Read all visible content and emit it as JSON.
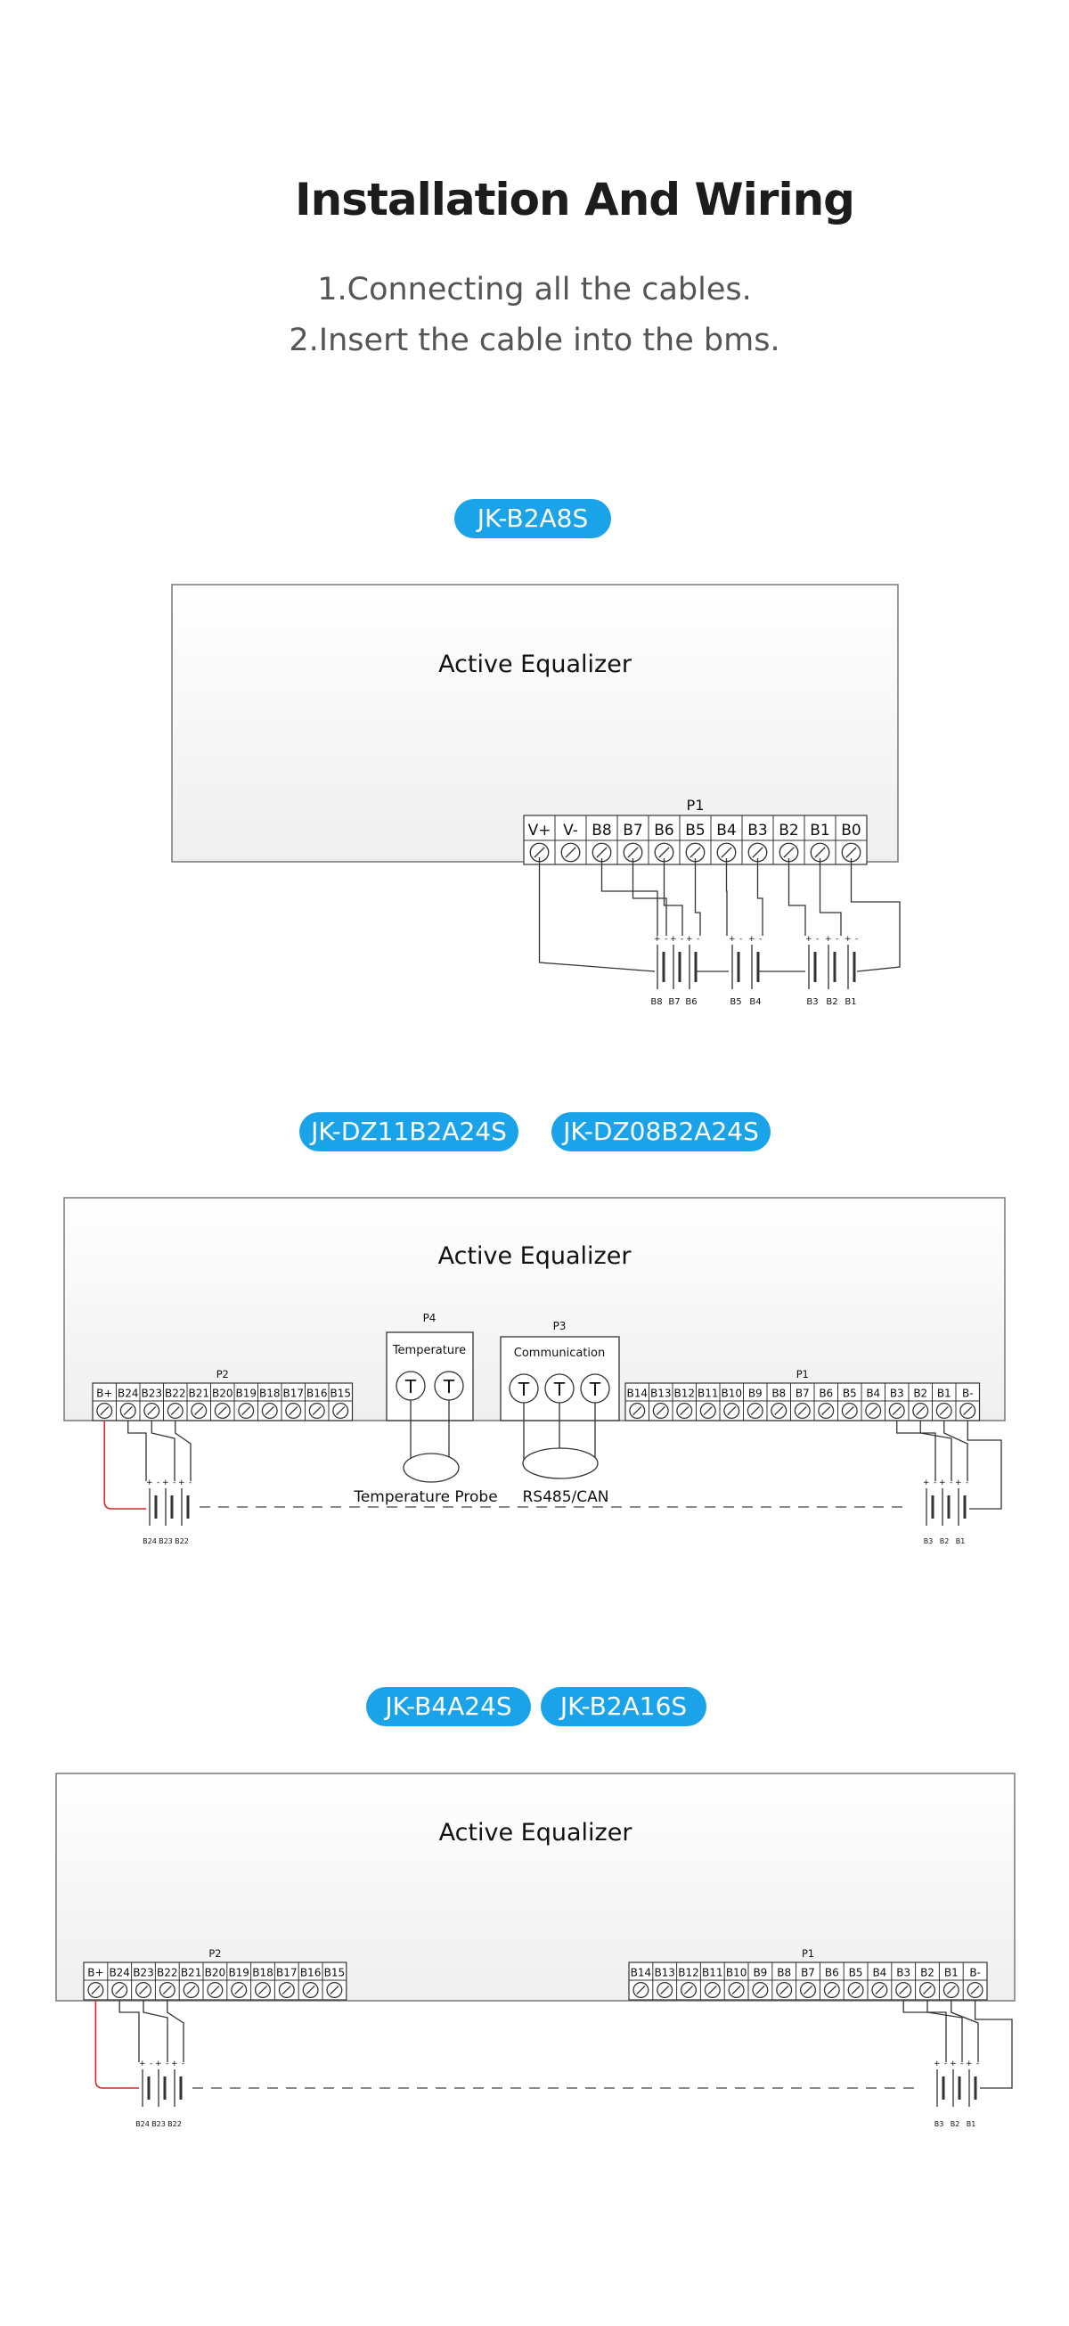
{
  "page": {
    "title": "Installation And Wiring",
    "steps": [
      "1.Connecting all the cables.",
      "2.Insert the cable into the bms."
    ]
  },
  "section1": {
    "models": [
      "JK-B2A8S"
    ],
    "board_label": "Active Equalizer",
    "connector": {
      "name": "P1",
      "pins": [
        "V+",
        "V-",
        "B8",
        "B7",
        "B6",
        "B5",
        "B4",
        "B3",
        "B2",
        "B1",
        "B0"
      ]
    },
    "cell_labels": [
      "B8",
      "B7",
      "B6",
      "B5",
      "B4",
      "B3",
      "B2",
      "B1"
    ]
  },
  "section2": {
    "models": [
      "JK-DZ11B2A24S",
      "JK-DZ08B2A24S"
    ],
    "board_label": "Active Equalizer",
    "p2": {
      "name": "P2",
      "pins": [
        "B+",
        "B24",
        "B23",
        "B22",
        "B21",
        "B20",
        "B19",
        "B18",
        "B17",
        "B16",
        "B15"
      ]
    },
    "p4": {
      "name": "P4",
      "label": "Temperature",
      "sensor_symbol": "T"
    },
    "p3": {
      "name": "P3",
      "label": "Communication",
      "sensor_symbol": "T"
    },
    "p1": {
      "name": "P1",
      "pins": [
        "B14",
        "B13",
        "B12",
        "B11",
        "B10",
        "B9",
        "B8",
        "B7",
        "B6",
        "B5",
        "B4",
        "B3",
        "B2",
        "B1",
        "B-"
      ]
    },
    "probe_label": "Temperature Probe",
    "comm_label": "RS485/CAN",
    "left_cells": [
      "B24",
      "B23",
      "B22"
    ],
    "right_cells": [
      "B3",
      "B2",
      "B1"
    ]
  },
  "section3": {
    "models": [
      "JK-B4A24S",
      "JK-B2A16S"
    ],
    "board_label": "Active Equalizer",
    "p2": {
      "name": "P2",
      "pins": [
        "B+",
        "B24",
        "B23",
        "B22",
        "B21",
        "B20",
        "B19",
        "B18",
        "B17",
        "B16",
        "B15"
      ]
    },
    "p1": {
      "name": "P1",
      "pins": [
        "B14",
        "B13",
        "B12",
        "B11",
        "B10",
        "B9",
        "B8",
        "B7",
        "B6",
        "B5",
        "B4",
        "B3",
        "B2",
        "B1",
        "B-"
      ]
    },
    "left_cells": [
      "B24",
      "B23",
      "B22"
    ],
    "right_cells": [
      "B3",
      "B2",
      "B1"
    ]
  },
  "colors": {
    "accent": "#1aa3e8",
    "wire": "#333333",
    "red_wire": "#d9262b"
  }
}
